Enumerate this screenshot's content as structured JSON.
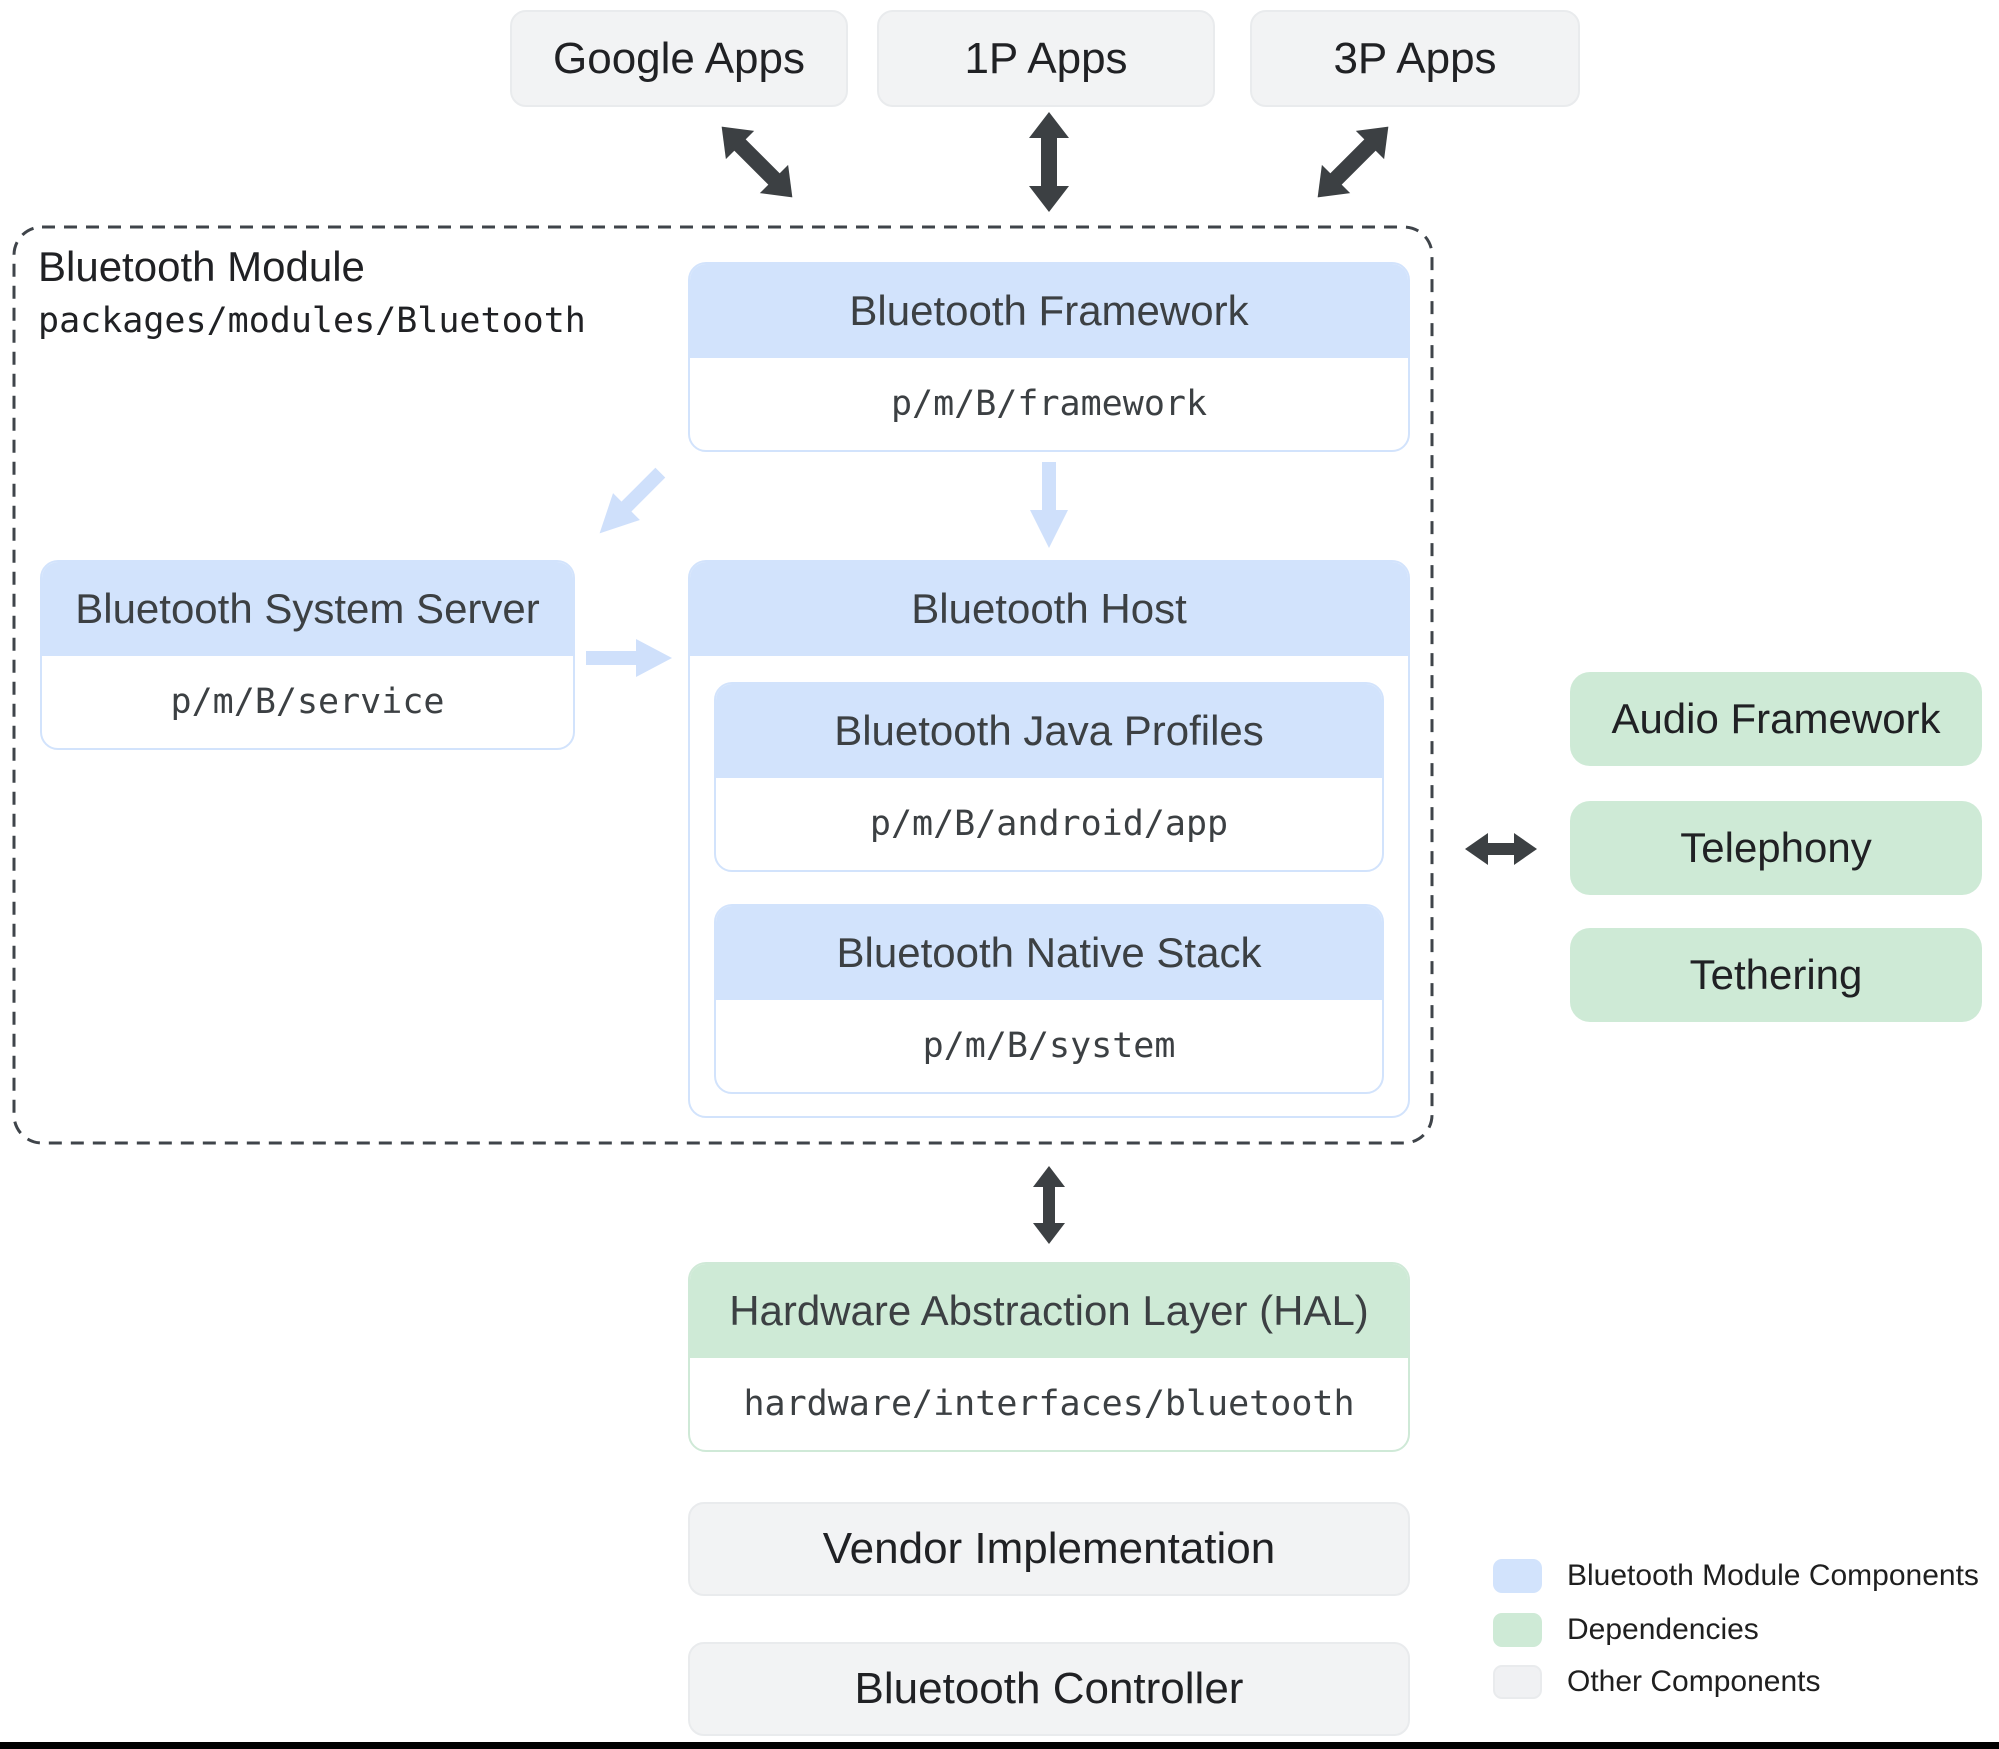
{
  "top_apps": {
    "items": [
      {
        "label": "Google Apps"
      },
      {
        "label": "1P Apps"
      },
      {
        "label": "3P Apps"
      }
    ]
  },
  "bluetooth_module": {
    "title": "Bluetooth Module",
    "path": "packages/modules/Bluetooth",
    "framework": {
      "title": "Bluetooth Framework",
      "path": "p/m/B/framework"
    },
    "system_server": {
      "title": "Bluetooth System Server",
      "path": "p/m/B/service"
    },
    "host": {
      "title": "Bluetooth Host",
      "java_profiles": {
        "title": "Bluetooth Java Profiles",
        "path": "p/m/B/android/app"
      },
      "native_stack": {
        "title": "Bluetooth Native Stack",
        "path": "p/m/B/system"
      }
    }
  },
  "dependencies": {
    "items": [
      {
        "label": "Audio Framework"
      },
      {
        "label": "Telephony"
      },
      {
        "label": "Tethering"
      }
    ]
  },
  "hal": {
    "title": "Hardware Abstraction Layer (HAL)",
    "path": "hardware/interfaces/bluetooth"
  },
  "other_components": {
    "items": [
      {
        "label": "Vendor Implementation"
      },
      {
        "label": "Bluetooth Controller"
      }
    ]
  },
  "legend": {
    "items": [
      {
        "label": "Bluetooth Module Components",
        "color": "#d2e3fc"
      },
      {
        "label": "Dependencies",
        "color": "#ceead6"
      },
      {
        "label": "Other Components",
        "color": "#f0f1f3"
      }
    ]
  },
  "arrows": {
    "google_apps_link": "bidirectional-diagonal",
    "first_party_apps_link": "bidirectional-vertical",
    "third_party_apps_link": "bidirectional-diagonal",
    "framework_to_system_server": "down-left",
    "framework_to_host": "down",
    "system_server_to_host": "right",
    "module_to_dependencies": "bidirectional-horizontal",
    "module_to_hal": "bidirectional-vertical"
  },
  "colors": {
    "module_component_fill": "#d2e3fc",
    "dependency_fill": "#ceead6",
    "other_component_fill": "#f2f3f4",
    "dark_arrow": "#3c4043",
    "light_arrow": "#cfe0fb",
    "dashed_border": "#3f444a"
  }
}
